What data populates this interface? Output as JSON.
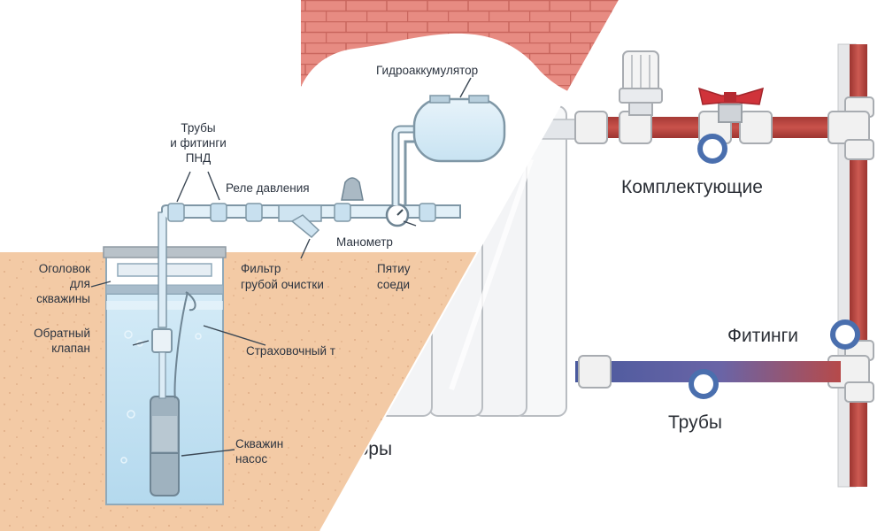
{
  "right_panel": {
    "labels": {
      "components": "Комплектующие",
      "fittings": "Фитинги",
      "pipes": "Трубы",
      "radiators_partial": "диаторы"
    }
  },
  "left_panel": {
    "labels": {
      "accumulator": "Гидроаккумулятор",
      "pnd_line1": "Трубы",
      "pnd_line2": "и фитинги",
      "pnd_line3": "ПНД",
      "pressure_relay": "Реле давления",
      "manometer": "Манометр",
      "filter_line1": "Фильтр",
      "filter_line2": "грубой очистки",
      "five_way_line1": "Пятиу",
      "five_way_line2": "соеди",
      "wellhead_line1": "Оголовок",
      "wellhead_line2": "для",
      "wellhead_line3": "скважины",
      "check_valve_line1": "Обратный",
      "check_valve_line2": "клапан",
      "safety_cable": "Страховочный т",
      "pump_line1": "Скважин",
      "pump_line2": "насос"
    }
  },
  "colors": {
    "hot_pipe": "#b9423c",
    "cold_pipe": "#4b5fa0",
    "marker_blue": "#4a6fae",
    "brick": "#e2877e",
    "soil": "#f2c9a4",
    "water": "#bfe0f2",
    "valve_red": "#d0333a"
  }
}
